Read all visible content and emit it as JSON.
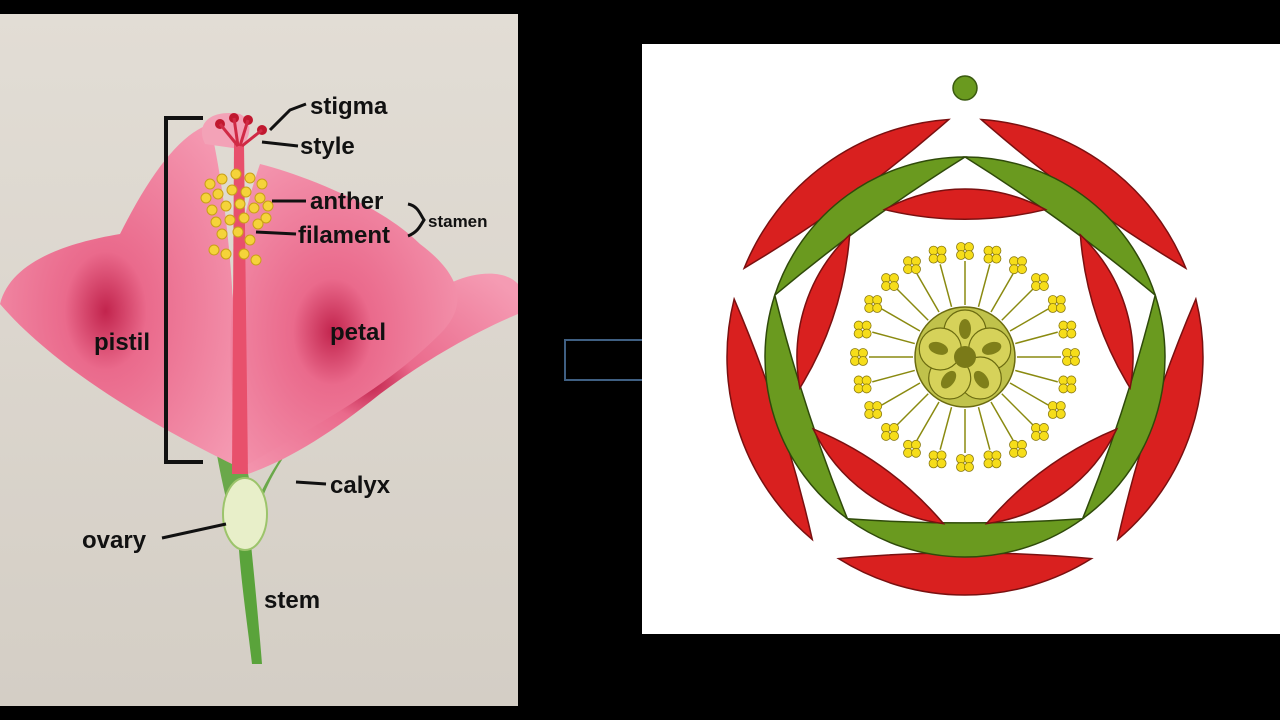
{
  "labels": {
    "stigma": "stigma",
    "style": "style",
    "anther": "anther",
    "filament": "filament",
    "stamen": "stamen",
    "pistil": "pistil",
    "petal": "petal",
    "calyx": "calyx",
    "ovary": "ovary",
    "stem": "stem"
  },
  "colors": {
    "petal_pink": "#f07b9a",
    "petal_dark": "#a0143a",
    "anther_yellow": "#f5d33a",
    "stem_green": "#5aa33b",
    "diagram_red": "#d9201f",
    "diagram_green": "#6a9a1f",
    "diagram_yellow": "#f6dd1a",
    "diagram_olive": "#c0c24b"
  }
}
